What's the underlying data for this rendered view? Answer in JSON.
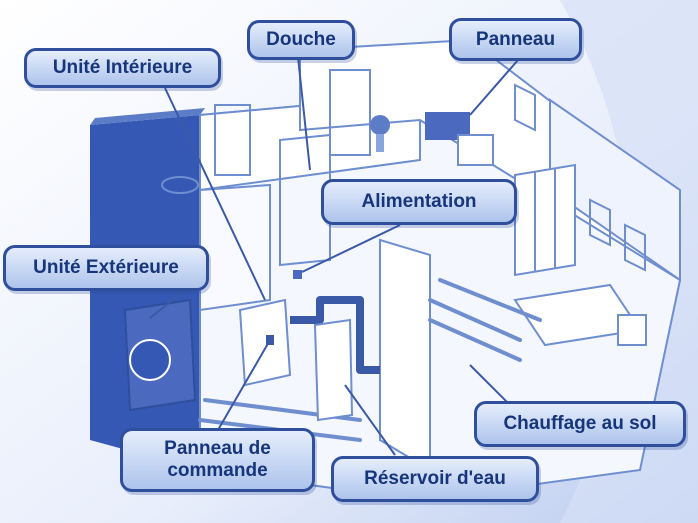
{
  "labels": {
    "indoor_unit": "Unité Intérieure",
    "shower": "Douche",
    "panel": "Panneau",
    "power_supply": "Alimentation",
    "outdoor_unit": "Unité Extérieure",
    "control_panel_line1": "Panneau de",
    "control_panel_line2": "commande",
    "water_tank": "Réservoir d'eau",
    "floor_heating": "Chauffage au sol"
  },
  "colors": {
    "label_border": "#2f4f9d",
    "label_text": "#17357a",
    "line": "#3a5aa8",
    "house_outline": "#6f8ed0",
    "house_fill": "#ffffff",
    "dark_wall": "#3558b4"
  }
}
